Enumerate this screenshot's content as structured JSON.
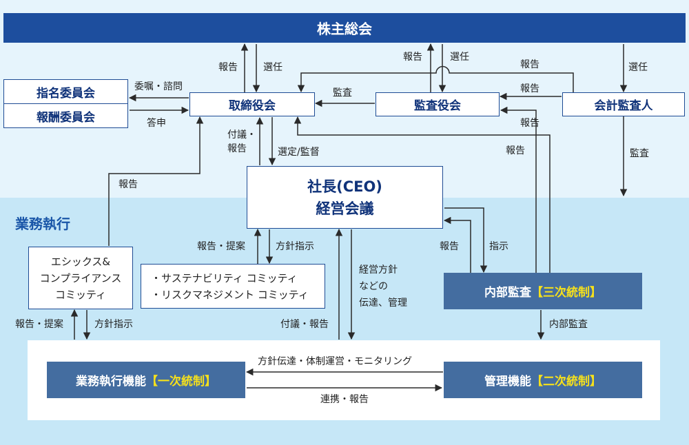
{
  "boxes": {
    "shareholders": "株主総会",
    "board": "取締役会",
    "nomination": "指名委員会",
    "remuneration": "報酬委員会",
    "audit_board": "監査役会",
    "accounting_auditor": "会計監査人",
    "ceo_line1": "社長(CEO)",
    "ceo_line2": "経営会議",
    "ethics_line1": "エシックス&",
    "ethics_line2": "コンプライアンス",
    "ethics_line3": "コミッティ",
    "committees_line1": "・サステナビリティ コミッティ",
    "committees_line2": "・リスクマネジメント コミッティ",
    "internal_audit": "内部監査",
    "internal_audit_tag": "【三次統制】",
    "business_exec": "業務執行機能",
    "business_exec_tag": "【一次統制】",
    "management": "管理機能",
    "management_tag": "【二次統制】"
  },
  "section_label": "業務執行",
  "labels": {
    "report_board_top": "報告",
    "elect_board_top": "選任",
    "report_audit_top": "報告",
    "elect_audit_top": "選任",
    "report_acct_top": "報告",
    "elect_acct": "選任",
    "consult": "委嘱・諮問",
    "answer": "答申",
    "audit_board_to_board": "監査",
    "report_acct_to_audit": "報告",
    "report_ia_to_audit": "報告",
    "report_ia_to_board": "報告",
    "acct_audit": "監査",
    "submit_report_line1": "付議・",
    "submit_report_line2": "報告",
    "appoint_supervise": "選定/監督",
    "report_ethics_board": "報告",
    "report_propose_comm": "報告・提案",
    "policy_comm": "方針指示",
    "mgmt_policy_line1": "経営方針",
    "mgmt_policy_line2": "などの",
    "mgmt_policy_line3": "伝達、管理",
    "report_ia_ceo": "報告",
    "instruct_ia": "指示",
    "report_propose_ethics": "報告・提案",
    "policy_ethics": "方針指示",
    "submit_report_exec": "付議・報告",
    "internal_audit_label": "内部監査",
    "policy_transmit": "方針伝達・体制運営・モニタリング",
    "coordinate_report": "連携・報告"
  },
  "colors": {
    "dark_blue": "#1d4e9e",
    "mid_blue": "#446da0",
    "highlight": "#f5e01c",
    "bg_light": "#e6f4fc",
    "bg_exec": "#c6e7f7"
  }
}
